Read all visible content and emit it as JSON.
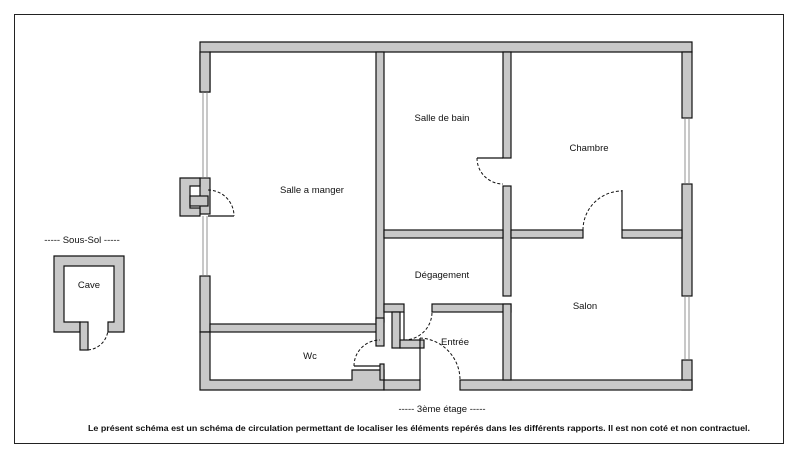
{
  "plan": {
    "rooms": {
      "salle_a_manger": "Salle a manger",
      "salle_de_bain": "Salle de bain",
      "chambre": "Chambre",
      "degagement": "Dégagement",
      "salon": "Salon",
      "wc": "Wc",
      "entree": "Entrée",
      "cave": "Cave"
    },
    "level_labels": {
      "sous_sol": "----- Sous-Sol -----",
      "etage": "----- 3ème étage -----"
    },
    "footer_note": "Le présent schéma est un schéma de circulation permettant de localiser les éléments repérés dans les différents rapports. Il est non coté et non contractuel."
  },
  "colors": {
    "wall_fill": "#c8c8c8",
    "wall_stroke": "#111111",
    "background": "#ffffff"
  }
}
